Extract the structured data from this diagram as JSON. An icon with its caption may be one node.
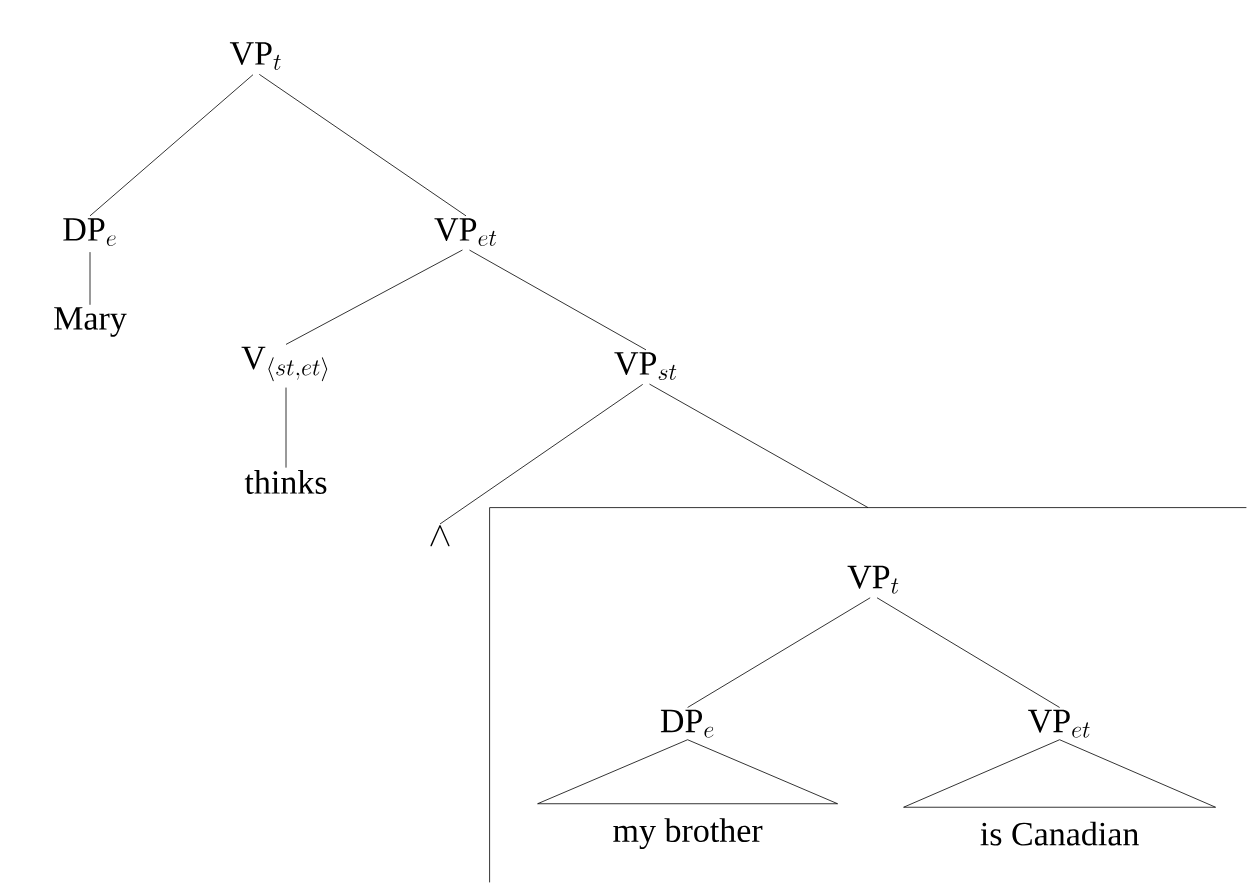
{
  "diagram": {
    "nodes": [
      {
        "text": [
          "\\mathrm{VP}_{t}"
        ]
      },
      {
        "text": [
          "\\mathrm{DP}_{e}"
        ]
      },
      {
        "text": [
          "Mary"
        ]
      },
      {
        "text": [
          "\\mathrm{VP}_{et}"
        ]
      },
      {
        "text": [
          "\\mathrm{V}_{\\langle st,et\\rangle}"
        ]
      },
      {
        "text": [
          "thinks"
        ]
      },
      {
        "text": [
          "\\mathrm{VP}_{st}"
        ]
      },
      {
        "text": [
          "\\wedge"
        ]
      },
      {
        "text": [],
        "shape": "box"
      },
      {
        "text": [
          "\\mathrm{VP}_{t}"
        ],
        "in": 8
      },
      {
        "text": [
          "\\mathrm{DP}_{e}"
        ],
        "in": 8
      },
      {
        "text": [
          "\\mathrm{VP}_{et}"
        ],
        "in": 8
      },
      {
        "text": [
          "my brother"
        ],
        "in": 8
      },
      {
        "text": [
          "is Canadian"
        ],
        "in": 8
      }
    ],
    "edges": [
      {
        "from": 0,
        "to": 1,
        "arrow": "none"
      },
      {
        "from": 0,
        "to": 3,
        "arrow": "none"
      },
      {
        "from": 1,
        "to": 2,
        "arrow": "none"
      },
      {
        "from": 3,
        "to": 4,
        "arrow": "none"
      },
      {
        "from": 3,
        "to": 6,
        "arrow": "none"
      },
      {
        "from": 4,
        "to": 5,
        "arrow": "none"
      },
      {
        "from": 6,
        "to": 7,
        "arrow": "none"
      },
      {
        "from": 6,
        "to": 8,
        "arrow": "none"
      },
      {
        "from": 9,
        "to": 10,
        "arrow": "none"
      },
      {
        "from": 9,
        "to": 11,
        "arrow": "none"
      },
      {
        "from": 10,
        "to": 12,
        "arrow": "none"
      },
      {
        "from": 11,
        "to": 13,
        "arrow": "none"
      }
    ]
  }
}
